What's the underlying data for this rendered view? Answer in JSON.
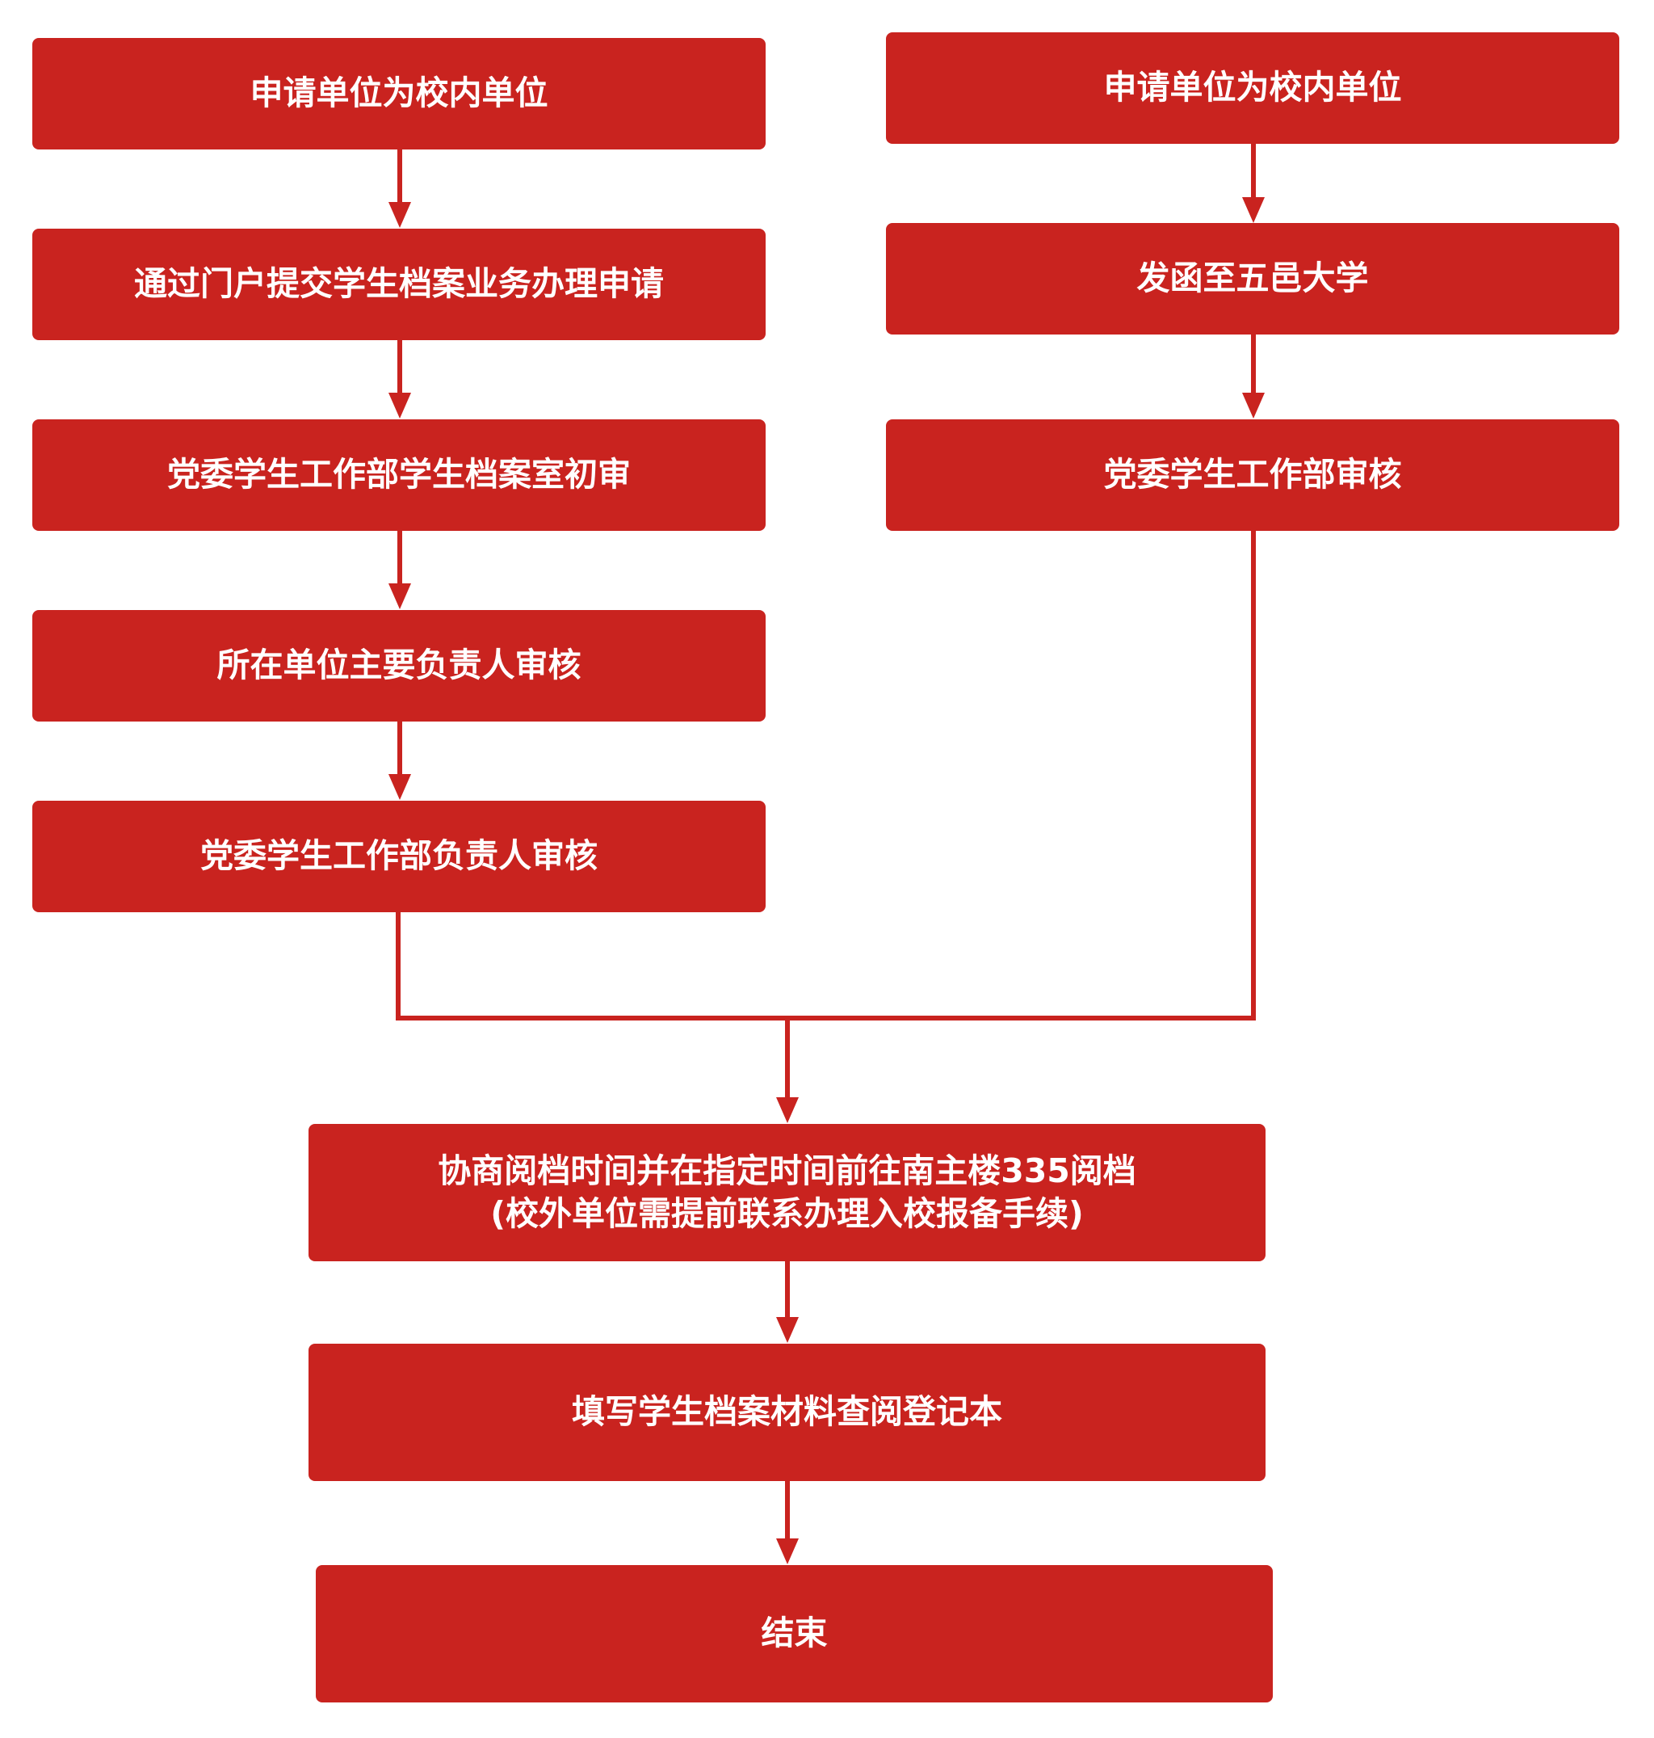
{
  "colors": {
    "box": "#c9231f",
    "text": "#ffffff",
    "line": "#c9231f"
  },
  "left_flow": {
    "steps": [
      "申请单位为校内单位",
      "通过门户提交学生档案业务办理申请",
      "党委学生工作部学生档案室初审",
      "所在单位主要负责人审核",
      "党委学生工作部负责人审核"
    ]
  },
  "right_flow": {
    "steps": [
      "申请单位为校内单位",
      "发函至五邑大学",
      "党委学生工作部审核"
    ]
  },
  "common_flow": {
    "step1_line1": "协商阅档时间并在指定时间前往南主楼335阅档",
    "step1_line2": "(校外单位需提前联系办理入校报备手续)",
    "step2": "填写学生档案材料查阅登记本",
    "end": "结束"
  }
}
